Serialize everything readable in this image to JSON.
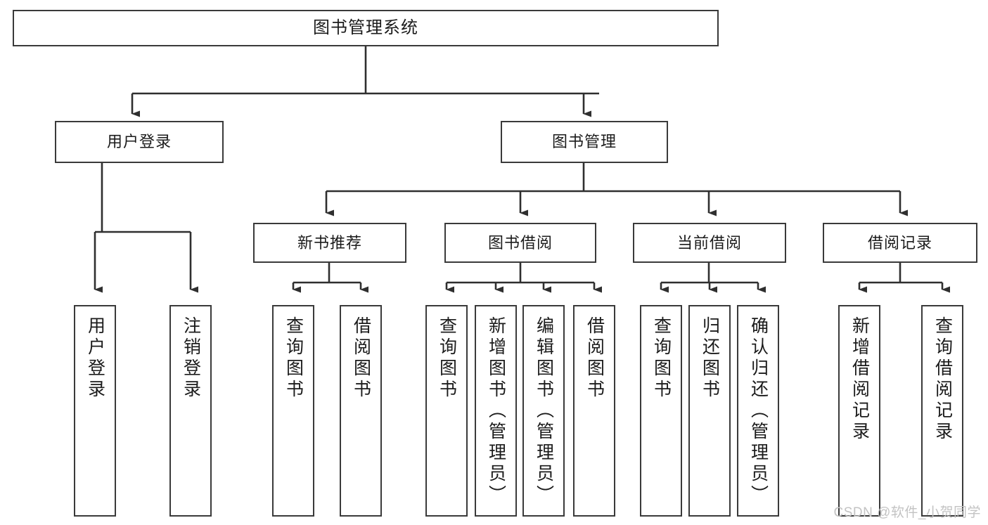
{
  "diagram": {
    "title": "图书管理系统",
    "type": "tree",
    "colors": {
      "background": "#ffffff",
      "border": "#3a3a3a",
      "text": "#1b1b1b",
      "connector": "#2f2f2f",
      "watermark": "#c3c3c3"
    },
    "nodes": {
      "root": {
        "label": "图书管理系统"
      },
      "level2": [
        {
          "id": "user-login",
          "label": "用户登录"
        },
        {
          "id": "book-manage",
          "label": "图书管理"
        }
      ],
      "level3": [
        {
          "id": "new-book-recommend",
          "label": "新书推荐"
        },
        {
          "id": "book-borrow",
          "label": "图书借阅"
        },
        {
          "id": "current-borrow",
          "label": "当前借阅"
        },
        {
          "id": "borrow-record",
          "label": "借阅记录"
        }
      ],
      "leaves": [
        {
          "id": "leaf-user-login",
          "label": "用户登录",
          "parent": "user-login"
        },
        {
          "id": "leaf-logout-login",
          "label": "注销登录",
          "parent": "user-login"
        },
        {
          "id": "leaf-query-book-1",
          "label": "查询图书",
          "parent": "new-book-recommend"
        },
        {
          "id": "leaf-borrow-book-1",
          "label": "借阅图书",
          "parent": "new-book-recommend"
        },
        {
          "id": "leaf-query-book-2",
          "label": "查询图书",
          "parent": "book-borrow"
        },
        {
          "id": "leaf-add-book",
          "label": "新增图书（管理员）",
          "parent": "book-borrow"
        },
        {
          "id": "leaf-edit-book",
          "label": "编辑图书（管理员）",
          "parent": "book-borrow"
        },
        {
          "id": "leaf-borrow-book-2",
          "label": "借阅图书",
          "parent": "book-borrow"
        },
        {
          "id": "leaf-query-book-3",
          "label": "查询图书",
          "parent": "current-borrow"
        },
        {
          "id": "leaf-return-book",
          "label": "归还图书",
          "parent": "current-borrow"
        },
        {
          "id": "leaf-confirm-return",
          "label": "确认归还（管理员）",
          "parent": "current-borrow"
        },
        {
          "id": "leaf-add-record",
          "label": "新增借阅记录",
          "parent": "borrow-record"
        },
        {
          "id": "leaf-query-record",
          "label": "查询借阅记录",
          "parent": "borrow-record"
        }
      ]
    },
    "watermark": "CSDN @软件_小贺同学"
  }
}
